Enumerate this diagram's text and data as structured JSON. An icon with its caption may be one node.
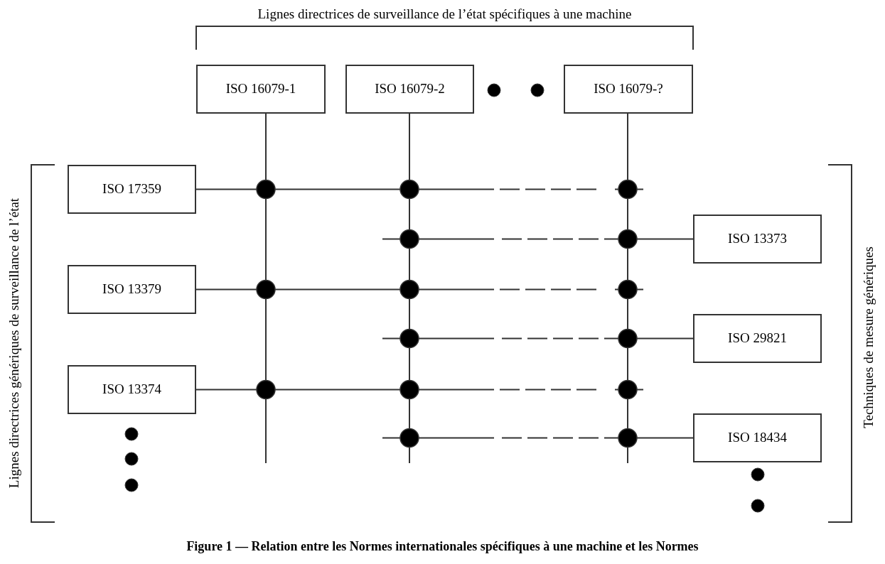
{
  "diagram": {
    "caption": "Figure 1 — Relation entre les Normes internationales spécifiques à une machine et les Normes",
    "nodes": [
      {
        "text": [
          "ISO 16079-1"
        ]
      },
      {
        "text": [
          "ISO 16079-2"
        ]
      },
      {
        "text": [
          "ISO 16079-?"
        ]
      },
      {
        "text": [
          "ISO 17359"
        ]
      },
      {
        "text": [
          "ISO 13373"
        ]
      },
      {
        "text": [
          "ISO 13379"
        ]
      },
      {
        "text": [
          "ISO 29821"
        ]
      },
      {
        "text": [
          "ISO 13374"
        ]
      },
      {
        "text": [
          "ISO 18434"
        ]
      }
    ],
    "edges": [
      {
        "from": 0,
        "to": null,
        "arrow": "none"
      },
      {
        "from": 1,
        "to": null,
        "arrow": "none"
      },
      {
        "from": 2,
        "to": null,
        "arrow": "none"
      },
      {
        "from": 3,
        "to": null,
        "arrow": "none"
      },
      {
        "from": 4,
        "to": null,
        "arrow": "none"
      },
      {
        "from": 5,
        "to": null,
        "arrow": "none"
      },
      {
        "from": 6,
        "to": null,
        "arrow": "none"
      },
      {
        "from": 7,
        "to": null,
        "arrow": "none"
      },
      {
        "from": 8,
        "to": null,
        "arrow": "none"
      }
    ],
    "labels": [
      "Lignes directrices de surveillance de l’état spécifiques à une machine",
      "Lignes directrices génériques de surveillance de l’état",
      "Techniques de mesure génériques"
    ]
  }
}
